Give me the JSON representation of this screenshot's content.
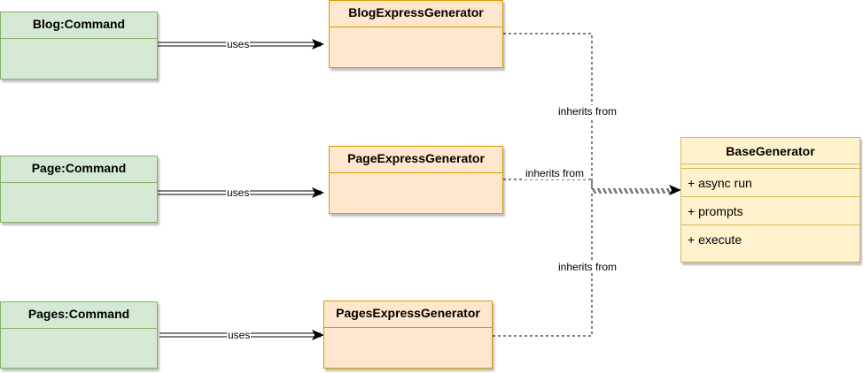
{
  "commands": [
    {
      "label": "Blog:Command"
    },
    {
      "label": "Page:Command"
    },
    {
      "label": "Pages:Command"
    }
  ],
  "generators": [
    {
      "label": "BlogExpressGenerator"
    },
    {
      "label": "PageExpressGenerator"
    },
    {
      "label": "PagesExpressGenerator"
    }
  ],
  "base": {
    "title": "BaseGenerator",
    "members": [
      "+ async run",
      "+ prompts",
      "+ execute"
    ]
  },
  "edges": {
    "uses_label": "uses",
    "inherits_label": "inherits from"
  },
  "colors": {
    "command_fill": "#d5e8d4",
    "command_stroke": "#82b366",
    "generator_fill": "#ffe6cc",
    "generator_stroke": "#d79b00",
    "base_fill": "#fff2cc",
    "base_stroke": "#d6b656"
  }
}
